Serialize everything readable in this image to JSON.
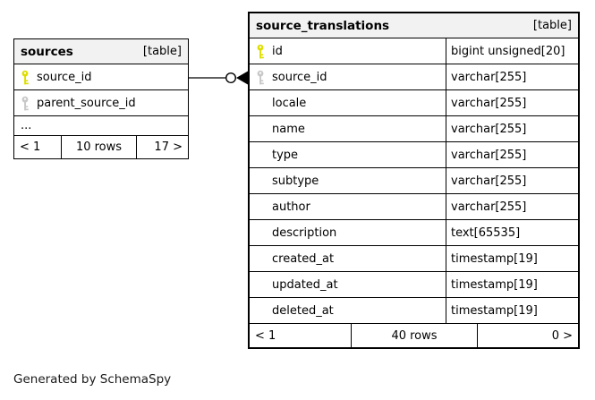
{
  "page": {
    "credit": "Generated by SchemaSpy",
    "background": "#ffffff"
  },
  "colors": {
    "table_header_bg": "#f2f2f2",
    "border": "#000000",
    "primary_key_icon": "#dede00",
    "foreign_key_icon": "#c8c8c8"
  },
  "tables": [
    {
      "id": "sources",
      "name": "sources",
      "tag": "[table]",
      "emphasized": false,
      "columns": [
        {
          "name": "source_id",
          "key": "primary",
          "type": ""
        },
        {
          "name": "parent_source_id",
          "key": "foreign",
          "type": ""
        },
        {
          "name": "...",
          "key": "none",
          "type": ""
        }
      ],
      "footer": {
        "prev": "< 1",
        "rows": "10 rows",
        "next": "17 >"
      }
    },
    {
      "id": "source_translations",
      "name": "source_translations",
      "tag": "[table]",
      "emphasized": true,
      "columns": [
        {
          "name": "id",
          "key": "primary",
          "type": "bigint unsigned[20]"
        },
        {
          "name": "source_id",
          "key": "foreign",
          "type": "varchar[255]"
        },
        {
          "name": "locale",
          "key": "none",
          "type": "varchar[255]"
        },
        {
          "name": "name",
          "key": "none",
          "type": "varchar[255]"
        },
        {
          "name": "type",
          "key": "none",
          "type": "varchar[255]"
        },
        {
          "name": "subtype",
          "key": "none",
          "type": "varchar[255]"
        },
        {
          "name": "author",
          "key": "none",
          "type": "varchar[255]"
        },
        {
          "name": "description",
          "key": "none",
          "type": "text[65535]"
        },
        {
          "name": "created_at",
          "key": "none",
          "type": "timestamp[19]"
        },
        {
          "name": "updated_at",
          "key": "none",
          "type": "timestamp[19]"
        },
        {
          "name": "deleted_at",
          "key": "none",
          "type": "timestamp[19]"
        }
      ],
      "footer": {
        "prev": "< 1",
        "rows": "40 rows",
        "next": "0 >"
      }
    }
  ],
  "relationship": {
    "from": "sources.source_id",
    "to": "source_translations.source_id",
    "marker": "circle-arrow"
  }
}
